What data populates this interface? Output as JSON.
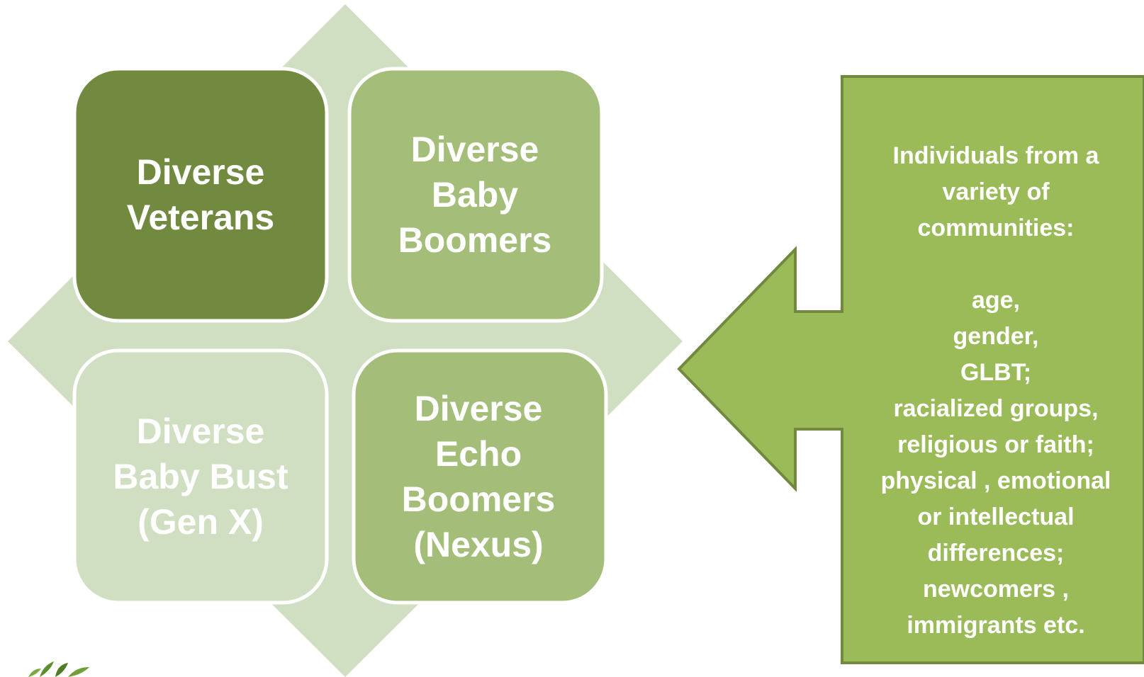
{
  "colors": {
    "diamond": "#d0dec1",
    "quadrant_veterans": "#728a3f",
    "quadrant_baby_boomers": "#a4bd78",
    "quadrant_baby_bust": "#d0dec1",
    "quadrant_echo_boomers": "#a4bd78",
    "callout_fill": "#9bbb59",
    "callout_border": "#71893f",
    "text": "#ffffff"
  },
  "quadrants": [
    {
      "lines": [
        "Diverse",
        "Veterans"
      ]
    },
    {
      "lines": [
        "Diverse",
        "Baby",
        "Boomers"
      ]
    },
    {
      "lines": [
        "Diverse",
        "Baby Bust",
        "(Gen X)"
      ]
    },
    {
      "lines": [
        "Diverse",
        "Echo",
        "Boomers",
        "(Nexus)"
      ]
    }
  ],
  "callout": {
    "heading_lines": [
      "Individuals from a",
      "variety of",
      "communities:"
    ],
    "list_lines": [
      "age,",
      "gender,",
      "GLBT;",
      "racialized  groups,",
      "religious or faith;",
      "physical , emotional",
      "or intellectual",
      "differences;",
      "newcomers ,",
      "immigrants etc."
    ]
  },
  "logo": {
    "icon": "leaf-sprout-icon"
  }
}
